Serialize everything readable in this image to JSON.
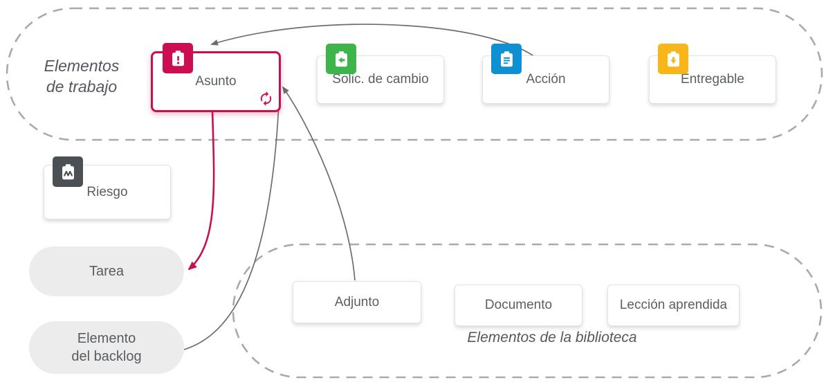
{
  "groups": {
    "work": {
      "label": "Elementos\nde trabajo"
    },
    "library": {
      "label": "Elementos de la biblioteca"
    }
  },
  "cards": {
    "asunto": {
      "label": "Asunto",
      "icon": "clipboard-alert",
      "color": "#cb0e51",
      "has_sync_icon": true
    },
    "solic": {
      "label": "Solic. de cambio",
      "icon": "clipboard-arrow-left",
      "color": "#3eb54a"
    },
    "accion": {
      "label": "Acción",
      "icon": "clipboard-list",
      "color": "#0f90d2"
    },
    "entregable": {
      "label": "Entregable",
      "icon": "clipboard-arrow-down",
      "color": "#f8b619"
    },
    "riesgo": {
      "label": "Riesgo",
      "icon": "clipboard-zigzag",
      "color": "#4b5055"
    },
    "tarea": {
      "label": "Tarea"
    },
    "backlog": {
      "label": "Elemento\ndel backlog"
    },
    "adjunto": {
      "label": "Adjunto"
    },
    "documento": {
      "label": "Documento"
    },
    "leccion": {
      "label": "Lección aprendida"
    }
  },
  "connections": [
    {
      "from": "accion",
      "to": "asunto",
      "color": "gray"
    },
    {
      "from": "adjunto",
      "to": "asunto",
      "color": "gray"
    },
    {
      "from": "backlog",
      "to": "asunto",
      "color": "gray"
    },
    {
      "from": "asunto",
      "to": "tarea",
      "color": "crimson"
    }
  ],
  "colors": {
    "crimson": "#cb0e51",
    "green": "#3eb54a",
    "blue": "#0f90d2",
    "amber": "#f8b619",
    "dark_gray": "#4b5055",
    "arrow_gray": "#6d6d6d",
    "pill_background": "#ececec",
    "dashed_outline": "#a9a9a9",
    "label_text": "#54585e"
  }
}
